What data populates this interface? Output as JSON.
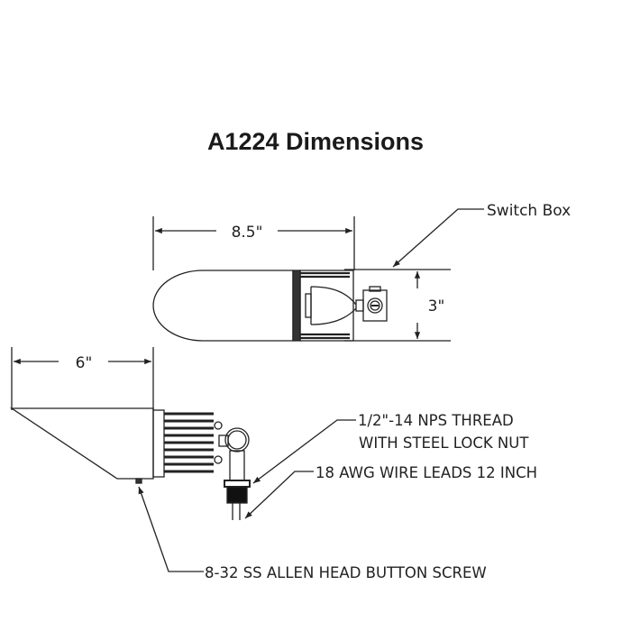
{
  "title": "A1224 Dimensions",
  "top_view": {
    "length_label": "8.5\"",
    "height_label": "3\"",
    "callout_switch_box": "Switch Box"
  },
  "side_view": {
    "length_label": "6\"",
    "callout_thread_line1": "1/2\"-14 NPS THREAD",
    "callout_thread_line2": "WITH STEEL LOCK NUT",
    "callout_wire": "18 AWG WIRE LEADS 12 INCH",
    "callout_screw": "8-32 SS ALLEN HEAD BUTTON SCREW"
  },
  "colors": {
    "line": "#222222",
    "background": "#ffffff"
  }
}
